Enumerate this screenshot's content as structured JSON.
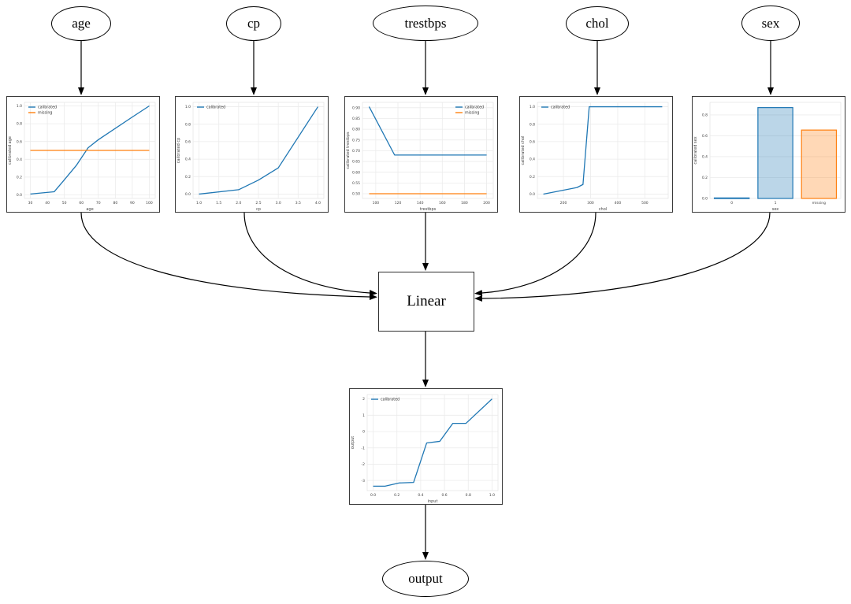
{
  "graph": {
    "inputs": [
      {
        "label": "age"
      },
      {
        "label": "cp"
      },
      {
        "label": "trestbps"
      },
      {
        "label": "chol"
      },
      {
        "label": "sex"
      }
    ],
    "linear_label": "Linear",
    "output_label": "output"
  },
  "colors": {
    "calibrated": "#1f77b4",
    "missing": "#ff7f0e",
    "grid": "#ebebeb",
    "axis_text": "#444444",
    "edge": "#000000"
  },
  "chart_data": [
    {
      "type": "line",
      "title": "",
      "xlabel": "age",
      "ylabel": "calibrated age",
      "xlim": [
        26.5,
        103.5
      ],
      "ylim": [
        -0.04,
        1.04
      ],
      "xticks": [
        30,
        40,
        50,
        60,
        70,
        80,
        90,
        100
      ],
      "xtick_labels": [
        "30",
        "40",
        "50",
        "60",
        "70",
        "80",
        "90",
        "100"
      ],
      "yticks": [
        0,
        0.2,
        0.4,
        0.6,
        0.8,
        1.0
      ],
      "ytick_labels": [
        "0.0",
        "0.2",
        "0.4",
        "0.6",
        "0.8",
        "1.0"
      ],
      "legend": {
        "position": "nw",
        "entries": [
          "calibrated",
          "missing"
        ]
      },
      "series": [
        {
          "name": "calibrated",
          "color": "#1f77b4",
          "points": [
            [
              30,
              0.01
            ],
            [
              44,
              0.035
            ],
            [
              50,
              0.17
            ],
            [
              57,
              0.33
            ],
            [
              64,
              0.53
            ],
            [
              66,
              0.56
            ],
            [
              70,
              0.62
            ],
            [
              90,
              0.875
            ],
            [
              100,
              1.0
            ]
          ]
        },
        {
          "name": "missing",
          "color": "#ff7f0e",
          "points": [
            [
              30,
              0.5
            ],
            [
              100,
              0.5
            ]
          ]
        }
      ]
    },
    {
      "type": "line",
      "title": "",
      "xlabel": "cp",
      "ylabel": "calibrated cp",
      "xlim": [
        0.85,
        4.15
      ],
      "ylim": [
        -0.05,
        1.05
      ],
      "xticks": [
        1,
        1.5,
        2,
        2.5,
        3,
        3.5,
        4
      ],
      "xtick_labels": [
        "1.0",
        "1.5",
        "2.0",
        "2.5",
        "3.0",
        "3.5",
        "4.0"
      ],
      "yticks": [
        0,
        0.2,
        0.4,
        0.6,
        0.8,
        1.0
      ],
      "ytick_labels": [
        "0.0",
        "0.2",
        "0.4",
        "0.6",
        "0.8",
        "1.0"
      ],
      "legend": {
        "position": "nw",
        "entries": [
          "calibrated"
        ]
      },
      "series": [
        {
          "name": "calibrated",
          "color": "#1f77b4",
          "points": [
            [
              1,
              0.0
            ],
            [
              2,
              0.05
            ],
            [
              2.5,
              0.16
            ],
            [
              3,
              0.3
            ],
            [
              4,
              1.0
            ]
          ]
        }
      ]
    },
    {
      "type": "line",
      "title": "",
      "xlabel": "trestbps",
      "ylabel": "calibrated trestbps",
      "xlim": [
        88,
        206
      ],
      "ylim": [
        0.478,
        0.925
      ],
      "xticks": [
        100,
        120,
        140,
        160,
        180,
        200
      ],
      "xtick_labels": [
        "100",
        "120",
        "140",
        "160",
        "180",
        "200"
      ],
      "yticks": [
        0.5,
        0.55,
        0.6,
        0.65,
        0.7,
        0.75,
        0.8,
        0.85,
        0.9
      ],
      "ytick_labels": [
        "0.50",
        "0.55",
        "0.60",
        "0.65",
        "0.70",
        "0.75",
        "0.80",
        "0.85",
        "0.90"
      ],
      "legend": {
        "position": "ne",
        "entries": [
          "calibrated",
          "missing"
        ]
      },
      "series": [
        {
          "name": "calibrated",
          "color": "#1f77b4",
          "points": [
            [
              94,
              0.905
            ],
            [
              117,
              0.68
            ],
            [
              200,
              0.68
            ]
          ]
        },
        {
          "name": "missing",
          "color": "#ff7f0e",
          "points": [
            [
              94,
              0.5
            ],
            [
              200,
              0.5
            ]
          ]
        }
      ]
    },
    {
      "type": "line",
      "title": "",
      "xlabel": "chol",
      "ylabel": "calibrated chol",
      "xlim": [
        104,
        586
      ],
      "ylim": [
        -0.05,
        1.05
      ],
      "xticks": [
        200,
        300,
        400,
        500
      ],
      "xtick_labels": [
        "200",
        "300",
        "400",
        "500"
      ],
      "yticks": [
        0,
        0.2,
        0.4,
        0.6,
        0.8,
        1.0
      ],
      "ytick_labels": [
        "0.0",
        "0.2",
        "0.4",
        "0.6",
        "0.8",
        "1.0"
      ],
      "legend": {
        "position": "nw",
        "entries": [
          "calibrated"
        ]
      },
      "series": [
        {
          "name": "calibrated",
          "color": "#1f77b4",
          "points": [
            [
              126,
              0.0
            ],
            [
              250,
              0.075
            ],
            [
              272,
              0.11
            ],
            [
              295,
              1.0
            ],
            [
              564,
              1.0
            ]
          ]
        }
      ]
    },
    {
      "type": "bar",
      "title": "",
      "xlabel": "sex",
      "ylabel": "calibrated sex",
      "categories": [
        "0",
        "1",
        "missing"
      ],
      "values": [
        0.005,
        0.87,
        0.655
      ],
      "bar_colors": [
        "#1f77b4",
        "#1f77b4",
        "#ff7f0e"
      ],
      "ylim": [
        0,
        0.92
      ],
      "yticks": [
        0,
        0.2,
        0.4,
        0.6,
        0.8
      ],
      "ytick_labels": [
        "0.0",
        "0.2",
        "0.4",
        "0.6",
        "0.8"
      ]
    },
    {
      "type": "line",
      "title": "",
      "xlabel": "input",
      "ylabel": "output",
      "xlim": [
        -0.05,
        1.05
      ],
      "ylim": [
        -3.62,
        2.27
      ],
      "xticks": [
        0,
        0.2,
        0.4,
        0.6,
        0.8,
        1.0
      ],
      "xtick_labels": [
        "0.0",
        "0.2",
        "0.4",
        "0.6",
        "0.8",
        "1.0"
      ],
      "yticks": [
        -3,
        -2,
        -1,
        0,
        1,
        2
      ],
      "ytick_labels": [
        "-3",
        "-2",
        "-1",
        "0",
        "1",
        "2"
      ],
      "legend": {
        "position": "nw",
        "entries": [
          "calibrated"
        ]
      },
      "series": [
        {
          "name": "calibrated",
          "color": "#1f77b4",
          "points": [
            [
              0,
              -3.35
            ],
            [
              0.1,
              -3.35
            ],
            [
              0.22,
              -3.15
            ],
            [
              0.34,
              -3.12
            ],
            [
              0.45,
              -0.7
            ],
            [
              0.56,
              -0.6
            ],
            [
              0.67,
              0.5
            ],
            [
              0.78,
              0.5
            ],
            [
              1,
              2.0
            ]
          ]
        }
      ]
    }
  ]
}
